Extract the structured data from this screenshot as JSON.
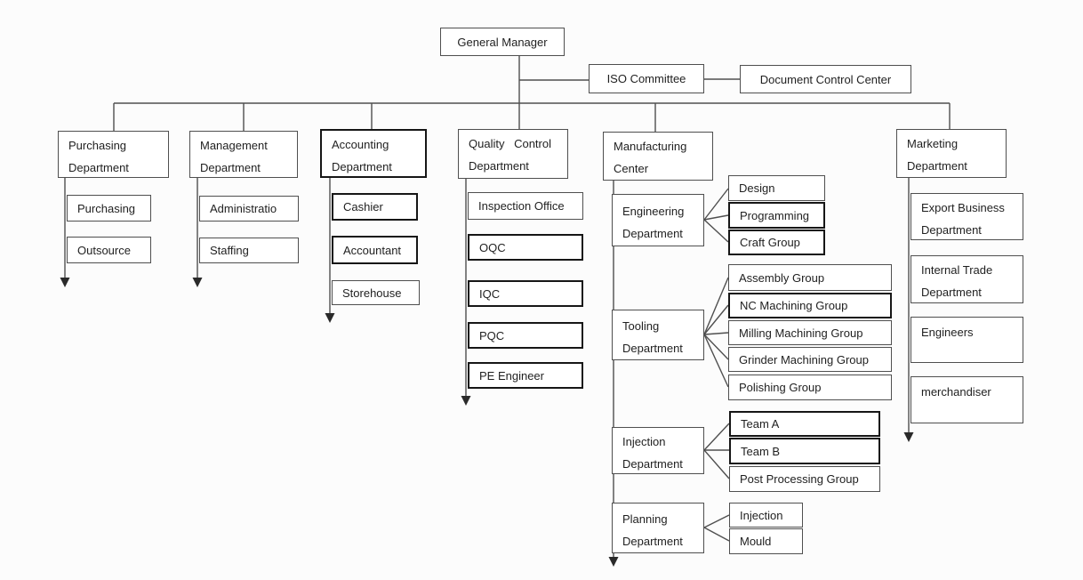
{
  "diagram_type": "organization-chart",
  "nodes": {
    "general_manager": {
      "lines": [
        "General Manager"
      ]
    },
    "iso_committee": {
      "lines": [
        "ISO Committee"
      ]
    },
    "document_control_center": {
      "lines": [
        "Document Control Center"
      ]
    },
    "purchasing_department": {
      "lines": [
        "Purchasing",
        "Department"
      ]
    },
    "purchasing": {
      "lines": [
        "Purchasing"
      ]
    },
    "outsource": {
      "lines": [
        "Outsource"
      ]
    },
    "management_department": {
      "lines": [
        "Management",
        "Department"
      ]
    },
    "administratio": {
      "lines": [
        "Administratio"
      ]
    },
    "staffing": {
      "lines": [
        "Staffing"
      ]
    },
    "accounting_department": {
      "lines": [
        "Accounting",
        "Department"
      ]
    },
    "cashier": {
      "lines": [
        "Cashier"
      ]
    },
    "accountant": {
      "lines": [
        "Accountant"
      ]
    },
    "storehouse": {
      "lines": [
        "Storehouse"
      ]
    },
    "quality_control_department": {
      "lines": [
        "Quality Control",
        "Department"
      ]
    },
    "inspection_office": {
      "lines": [
        "Inspection Office"
      ]
    },
    "oqc": {
      "lines": [
        "OQC"
      ]
    },
    "iqc": {
      "lines": [
        "IQC"
      ]
    },
    "pqc": {
      "lines": [
        "PQC"
      ]
    },
    "pe_engineer": {
      "lines": [
        "PE Engineer"
      ]
    },
    "manufacturing_center": {
      "lines": [
        "Manufacturing",
        "Center"
      ]
    },
    "engineering_department": {
      "lines": [
        "Engineering",
        "Department"
      ]
    },
    "design": {
      "lines": [
        "Design"
      ]
    },
    "programming": {
      "lines": [
        "Programming"
      ]
    },
    "craft_group": {
      "lines": [
        "Craft Group"
      ]
    },
    "tooling_department": {
      "lines": [
        "Tooling",
        "Department"
      ]
    },
    "assembly_group": {
      "lines": [
        "Assembly Group"
      ]
    },
    "nc_machining_group": {
      "lines": [
        "NC Machining Group"
      ]
    },
    "milling_machining_group": {
      "lines": [
        "Milling Machining Group"
      ]
    },
    "grinder_machining_group": {
      "lines": [
        "Grinder Machining Group"
      ]
    },
    "polishing_group": {
      "lines": [
        "Polishing Group"
      ]
    },
    "injection_department": {
      "lines": [
        "Injection",
        "Department"
      ]
    },
    "team_a": {
      "lines": [
        "Team A"
      ]
    },
    "team_b": {
      "lines": [
        "Team B"
      ]
    },
    "post_processing_group": {
      "lines": [
        "Post Processing Group"
      ]
    },
    "planning_department": {
      "lines": [
        "Planning",
        "Department"
      ]
    },
    "planning_injection": {
      "lines": [
        "Injection"
      ]
    },
    "planning_mould": {
      "lines": [
        "Mould"
      ]
    },
    "marketing_department": {
      "lines": [
        "Marketing",
        "Department"
      ]
    },
    "export_business_department": {
      "lines": [
        "Export Business",
        "Department"
      ]
    },
    "internal_trade_department": {
      "lines": [
        "Internal Trade",
        "Department"
      ]
    },
    "engineers": {
      "lines": [
        "Engineers"
      ]
    },
    "merchandiser": {
      "lines": [
        "merchandiser"
      ]
    }
  },
  "structure": {
    "General Manager": [
      "ISO Committee",
      "Purchasing Department",
      "Management Department",
      "Accounting Department",
      "Quality Control Department",
      "Manufacturing Center",
      "Marketing Department"
    ],
    "ISO Committee": [
      "Document Control Center"
    ],
    "Purchasing Department": [
      "Purchasing",
      "Outsource"
    ],
    "Management Department": [
      "Administratio",
      "Staffing"
    ],
    "Accounting Department": [
      "Cashier",
      "Accountant",
      "Storehouse"
    ],
    "Quality Control Department": [
      "Inspection Office",
      "OQC",
      "IQC",
      "PQC",
      "PE Engineer"
    ],
    "Manufacturing Center": [
      "Engineering Department",
      "Tooling Department",
      "Injection Department",
      "Planning Department"
    ],
    "Engineering Department": [
      "Design",
      "Programming",
      "Craft Group"
    ],
    "Tooling Department": [
      "Assembly Group",
      "NC Machining Group",
      "Milling Machining Group",
      "Grinder Machining Group",
      "Polishing Group"
    ],
    "Injection Department": [
      "Team A",
      "Team B",
      "Post Processing Group"
    ],
    "Planning Department": [
      "Injection",
      "Mould"
    ],
    "Marketing Department": [
      "Export Business Department",
      "Internal Trade Department",
      "Engineers",
      "merchandiser"
    ]
  },
  "colors": {
    "line": "#4f4f4f",
    "border": "#4f4f4f",
    "border_thick": "#161616",
    "text": "#1f1f1f",
    "background": "#fcfcfc"
  }
}
